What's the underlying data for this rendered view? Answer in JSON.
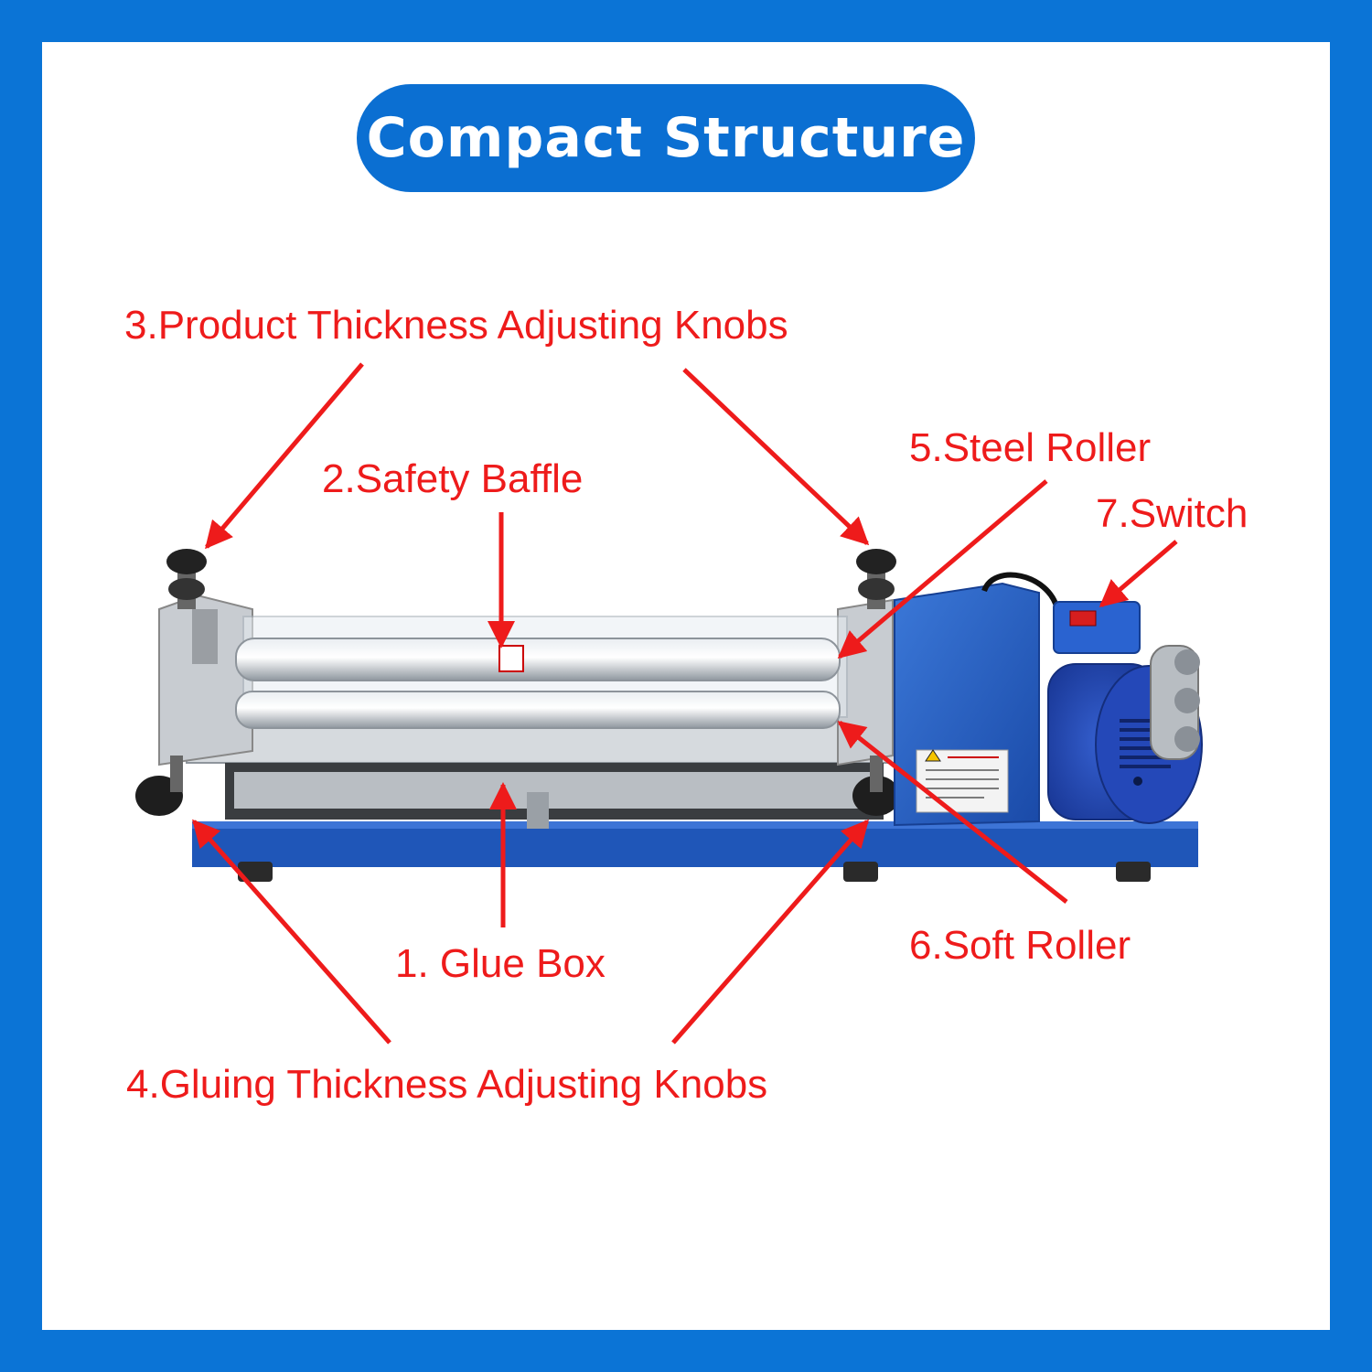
{
  "title": "Compact Structure",
  "labels": {
    "product_knobs": "3.Product Thickness Adjusting Knobs",
    "safety_baffle": "2.Safety Baffle",
    "steel_roller": "5.Steel Roller",
    "switch": "7.Switch",
    "glue_box": "1. Glue Box",
    "soft_roller": "6.Soft Roller",
    "gluing_knobs": "4.Gluing Thickness Adjusting Knobs"
  },
  "colors": {
    "border": "#0b74d6",
    "label": "#ee1b1b",
    "machine_blue": "#1f56b8",
    "steel": "#c9ced4"
  }
}
